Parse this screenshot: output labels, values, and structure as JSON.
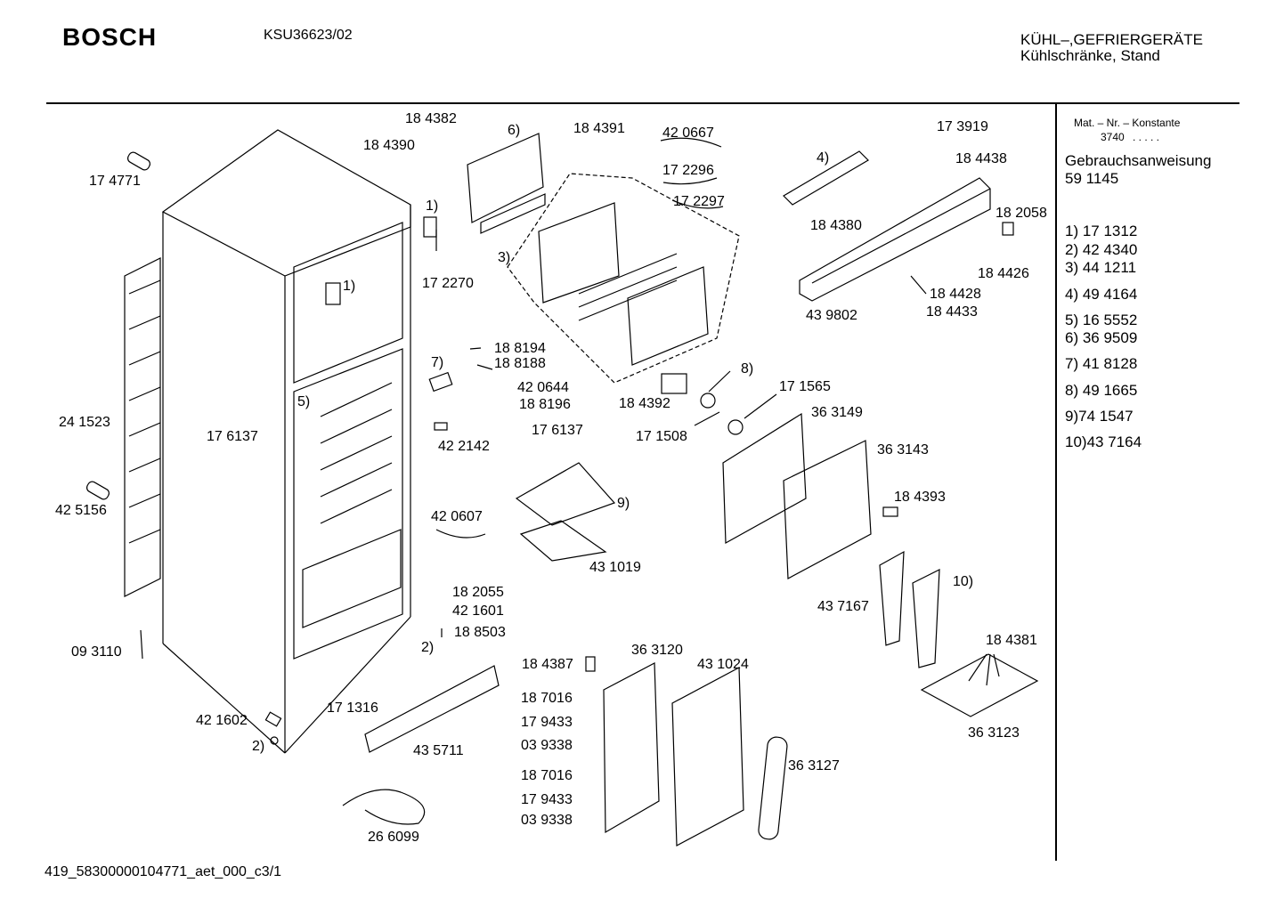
{
  "header": {
    "brand": "BOSCH",
    "model": "KSU36623/02",
    "category_line1": "KÜHL–,GEFRIERGERÄTE",
    "category_line2": "Kühlschränke, Stand"
  },
  "sidebar": {
    "mat_label": "Mat. – Nr. – Konstante",
    "mat_value": "3740",
    "mat_dots": ". . . . .",
    "manual_label": "Gebrauchsanweisung",
    "manual_number": "59 1145",
    "items": [
      "1) 17 1312",
      "2) 42 4340",
      "3) 44 1211",
      "4) 49 4164",
      "5) 16 5552",
      "6) 36 9509",
      "7) 41 8128",
      "8) 49 1665",
      "9)74 1547",
      "10)43 7164"
    ]
  },
  "parts": {
    "p174771": "17 4771",
    "p241523": "24 1523",
    "p425156": "42 5156",
    "p093110": "09 3110",
    "p421602": "42 1602",
    "p2a": "2)",
    "p184382": "18 4382",
    "p184390": "18 4390",
    "p6": "6)",
    "p184391": "18 4391",
    "p420667": "42 0667",
    "p172296": "17 2296",
    "p172297": "17 2297",
    "p1a": "1)",
    "p172270": "17 2270",
    "p3": "3)",
    "p1b": "1)",
    "p5": "5)",
    "p176137a": "17 6137",
    "p7": "7)",
    "p188194": "18 8194",
    "p188188": "18 8188",
    "p420644": "42 0644",
    "p188196": "18 8196",
    "p176137b": "17 6137",
    "p422142": "42 2142",
    "p184392": "18 4392",
    "p8": "8)",
    "p171565": "17 1565",
    "p171508": "17 1508",
    "p363149": "36 3149",
    "p363143": "36 3143",
    "p184393": "18 4393",
    "p9": "9)",
    "p420607": "42 0607",
    "p431019": "43 1019",
    "p182055": "18 2055",
    "p421601": "42 1601",
    "p188503": "18 8503",
    "p2b": "2)",
    "p171316": "17 1316",
    "p435711": "43 5711",
    "p266099": "26 6099",
    "p184387": "18 4387",
    "p363120": "36 3120",
    "p431024": "43 1024",
    "p187016a": "18 7016",
    "p179433a": "17 9433",
    "p039338a": "03 9338",
    "p187016b": "18 7016",
    "p179433b": "17 9433",
    "p039338b": "03 9338",
    "p363127": "36 3127",
    "p4": "4)",
    "p173919": "17 3919",
    "p184438": "18 4438",
    "p182058": "18 2058",
    "p184380": "18 4380",
    "p184426": "18 4426",
    "p184428": "18 4428",
    "p184433": "18 4433",
    "p439802": "43 9802",
    "p437167": "43 7167",
    "p10": "10)",
    "p184381": "18 4381",
    "p363123": "36 3123"
  },
  "footer": {
    "code": "419_58300000104771_aet_000_c3/1"
  }
}
